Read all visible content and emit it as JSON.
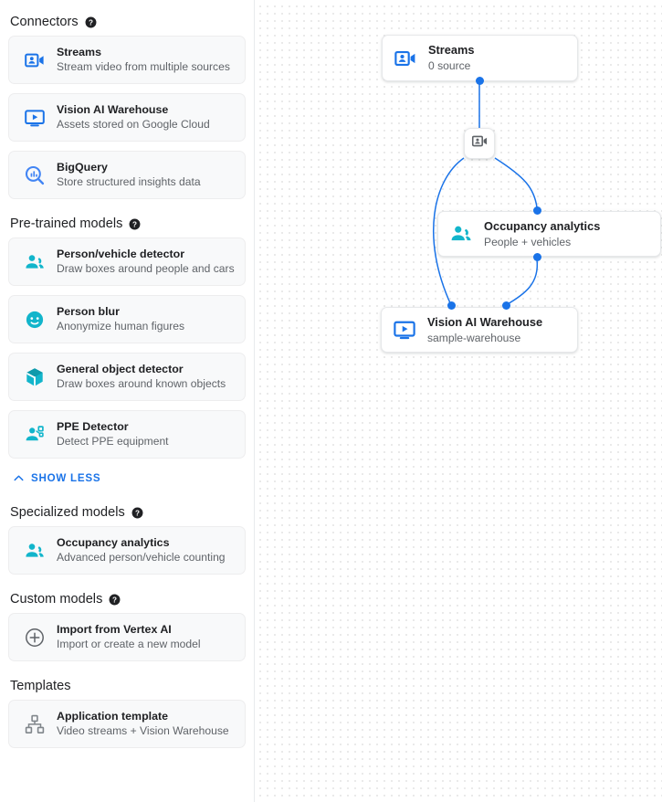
{
  "sidebar": {
    "sections": [
      {
        "id": "connectors",
        "title": "Connectors",
        "has_help": true,
        "items": [
          {
            "icon": "streams-camera-icon",
            "title": "Streams",
            "subtitle": "Stream video from multiple sources",
            "color": "#1a73e8"
          },
          {
            "icon": "vision-warehouse-monitor-icon",
            "title": "Vision AI Warehouse",
            "subtitle": "Assets stored on Google Cloud",
            "color": "#1a73e8"
          },
          {
            "icon": "bigquery-search-icon",
            "title": "BigQuery",
            "subtitle": "Store structured insights data",
            "color": "#4285f4"
          }
        ]
      },
      {
        "id": "pre-trained-models",
        "title": "Pre-trained models",
        "has_help": true,
        "items": [
          {
            "icon": "person-vehicle-detector-icon",
            "title": "Person/vehicle detector",
            "subtitle": "Draw boxes around people and cars",
            "color": "#12b5cb"
          },
          {
            "icon": "person-blur-icon",
            "title": "Person blur",
            "subtitle": "Anonymize human figures",
            "color": "#12b5cb"
          },
          {
            "icon": "general-object-detector-icon",
            "title": "General object detector",
            "subtitle": "Draw boxes around known objects",
            "color": "#12b5cb"
          },
          {
            "icon": "ppe-detector-icon",
            "title": "PPE Detector",
            "subtitle": "Detect PPE equipment",
            "color": "#12b5cb"
          }
        ],
        "toggle": {
          "label": "SHOW LESS",
          "icon": "chevron-up-icon",
          "color": "#1a73e8"
        }
      },
      {
        "id": "specialized-models",
        "title": "Specialized models",
        "has_help": true,
        "items": [
          {
            "icon": "occupancy-analytics-icon",
            "title": "Occupancy analytics",
            "subtitle": "Advanced person/vehicle counting",
            "color": "#12b5cb"
          }
        ]
      },
      {
        "id": "custom-models",
        "title": "Custom models",
        "has_help": true,
        "items": [
          {
            "icon": "plus-circle-icon",
            "title": "Import from Vertex AI",
            "subtitle": "Import or create a new model",
            "color": "#5f6368"
          }
        ]
      },
      {
        "id": "templates",
        "title": "Templates",
        "has_help": false,
        "items": [
          {
            "icon": "application-template-hierarchy-icon",
            "title": "Application template",
            "subtitle": "Video streams + Vision Warehouse",
            "color": "#80868b"
          }
        ]
      }
    ]
  },
  "canvas": {
    "nodes": [
      {
        "id": "streams",
        "icon": "streams-camera-icon",
        "title": "Streams",
        "subtitle": "0 source",
        "color": "#1a73e8"
      },
      {
        "id": "occupancy",
        "icon": "occupancy-analytics-icon",
        "title": "Occupancy analytics",
        "subtitle": "People + vehicles",
        "color": "#12b5cb"
      },
      {
        "id": "warehouse",
        "icon": "vision-warehouse-monitor-icon",
        "title": "Vision AI Warehouse",
        "subtitle": "sample-warehouse",
        "color": "#1a73e8"
      }
    ],
    "mini_node": {
      "id": "stream-relay",
      "icon": "streams-camera-icon",
      "color": "#5f6368"
    },
    "edge_color": "#1a73e8",
    "port_color": "#1a73e8",
    "grid_dot_color": "#e3e3e3"
  }
}
